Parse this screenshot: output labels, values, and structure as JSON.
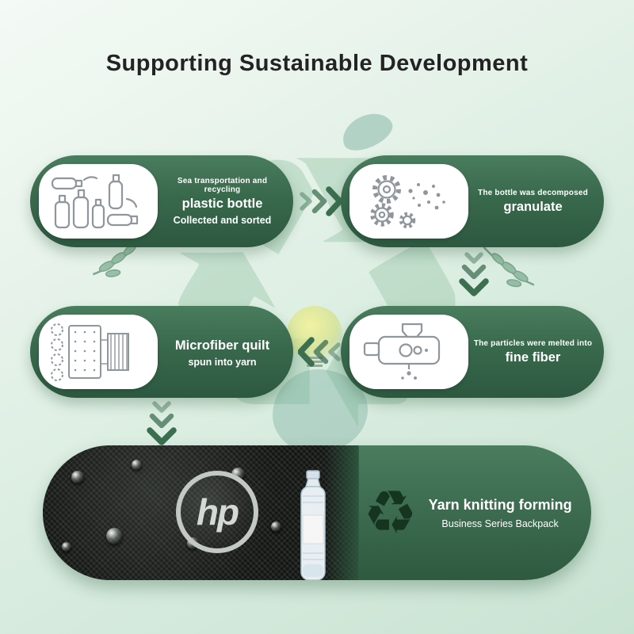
{
  "title": "Supporting Sustainable Development",
  "steps": {
    "collect": {
      "line_small": "Sea transportation and recycling",
      "line_big": "plastic bottle",
      "line_med": "Collected and sorted"
    },
    "granulate": {
      "line_small": "The bottle was decomposed",
      "line_big": "granulate"
    },
    "yarn": {
      "line_big": "Microfiber quilt",
      "line_med": "spun into yarn"
    },
    "fiber": {
      "line_small": "The particles were melted into",
      "line_big": "fine fiber"
    }
  },
  "final": {
    "brand": "hp",
    "title": "Yarn knitting forming",
    "subtitle": "Business Series Backpack"
  },
  "icons": {
    "recycle_glyph": "♻",
    "step1": "plastic-bottles-line-icon",
    "step2": "gears-granulate-line-icon",
    "step3": "microfiber-quilt-line-icon",
    "step4": "melt-extruder-line-icon"
  },
  "colors": {
    "pill_green_top": "#4a7c5e",
    "pill_green_bottom": "#2c5840",
    "arrow_green": "#3c6e50",
    "background_mint": "#d8ecdf",
    "title_text": "#232323",
    "fabric_black": "#151715"
  }
}
